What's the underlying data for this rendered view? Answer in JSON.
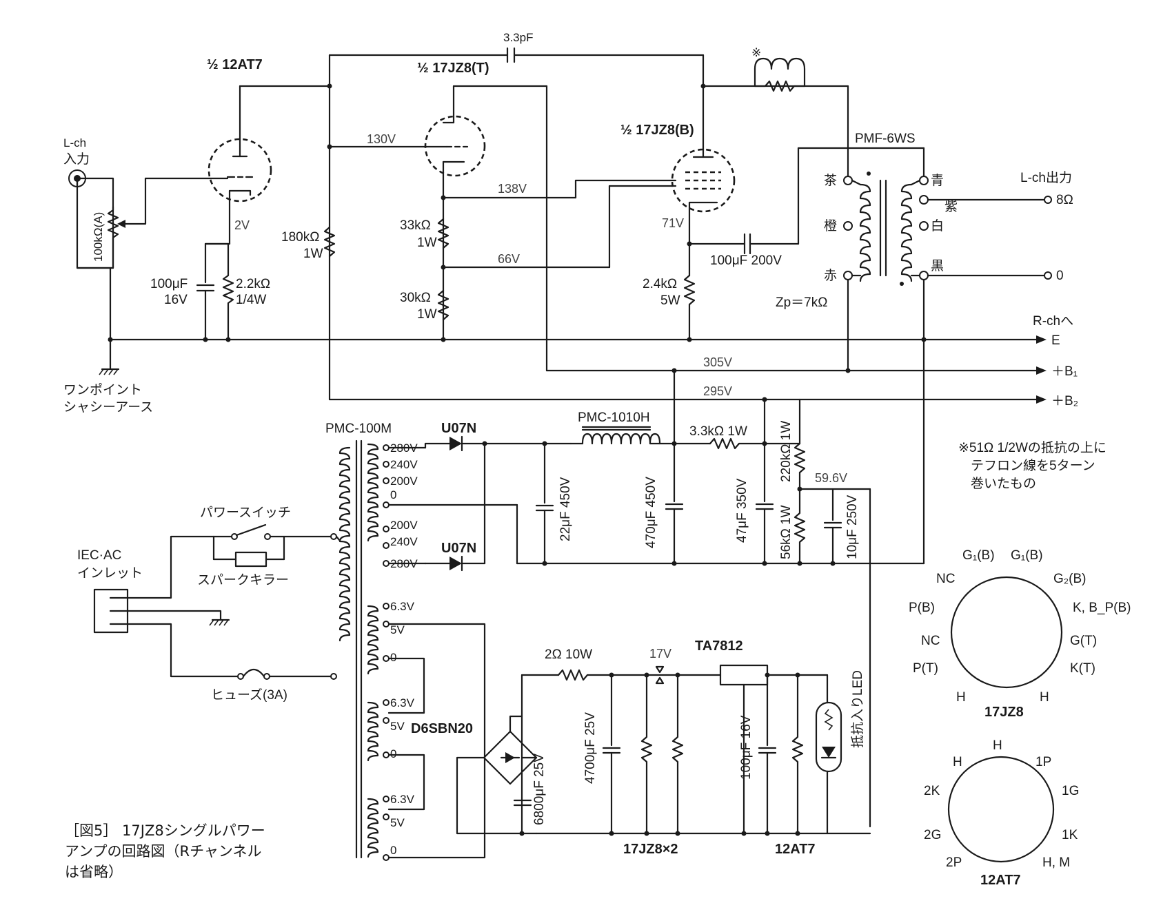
{
  "tubes": {
    "v1": "½ 12AT7",
    "v2": "½ 17JZ8(T)",
    "v3": "½ 17JZ8(B)"
  },
  "coupling_cap": "3.3pF",
  "star_mark": "※",
  "output_transformer": {
    "model": "PMF-6WS",
    "impedance": "Zp＝7kΩ",
    "lead_brown": "茶",
    "lead_orange": "橙",
    "lead_red": "赤",
    "lead_blue": "青",
    "lead_purple": "紫",
    "lead_white": "白",
    "lead_black": "黒"
  },
  "input": {
    "label": "L-ch\n入力",
    "label_line1": "L-ch",
    "label_line2": "入力",
    "volume": "100kΩ(A)",
    "ground_line1": "ワンポイント",
    "ground_line2": "シャシーアース"
  },
  "output": {
    "label": "L-ch出力",
    "tap_8": "8Ω",
    "tap_0": "0"
  },
  "stage1": {
    "voltage": "2V",
    "cap_value": "100μF",
    "cap_voltage": "16V",
    "res_value": "2.2kΩ",
    "res_power": "1/4W"
  },
  "plate_res": {
    "value": "180kΩ",
    "power": "1W"
  },
  "divider": {
    "upper_value": "33kΩ",
    "upper_power": "1W",
    "lower_value": "30kΩ",
    "lower_power": "1W"
  },
  "voltages": {
    "v130": "130V",
    "v138": "138V",
    "v66": "66V",
    "v71": "71V",
    "v305": "305V",
    "v295": "295V",
    "v59": "59.6V",
    "v17": "17V"
  },
  "cathode": {
    "cap": "100μF 200V",
    "res_value": "2.4kΩ",
    "res_power": "5W"
  },
  "rails": {
    "rch": "R-chへ",
    "e": "E",
    "b1": "＋B₁",
    "b2": "＋B₂"
  },
  "power_transformer": {
    "model": "PMC-100M",
    "taps_top": [
      "280V",
      "240V",
      "200V",
      "0",
      "200V",
      "240V",
      "280V"
    ],
    "taps_bottom": [
      "6.3V",
      "5V",
      "0",
      "6.3V",
      "5V",
      "0",
      "6.3V",
      "5V",
      "0"
    ]
  },
  "ac": {
    "inlet_line1": "IEC·AC",
    "inlet_line2": "インレット",
    "switch": "パワースイッチ",
    "killer": "スパークキラー",
    "fuse": "ヒューズ(3A)"
  },
  "b_supply": {
    "diode": "U07N",
    "choke": "PMC-1010H",
    "c1": "22μF 450V",
    "c2": "470μF 450V",
    "r1": "3.3kΩ 1W",
    "c3": "47μF 350V",
    "r_top": "220kΩ 1W",
    "r_bot": "56kΩ 1W",
    "c4": "10μF 250V"
  },
  "heater_supply": {
    "bridge": "D6SBN20",
    "c1": "6800μF 25V",
    "r1": "2Ω 10W",
    "c2": "4700μF 25V",
    "regulator": "TA7812",
    "c3": "100μF 16V",
    "led": "抵抗入りLED",
    "load1": "17JZ8×2",
    "load2": "12AT7"
  },
  "note": {
    "line1": "※51Ω 1/2Wの抵抗の上に",
    "line2": "テフロン線を5ターン",
    "line3": "巻いたもの"
  },
  "caption": {
    "line1": "［図5］ 17JZ8シングルパワー",
    "line2": "アンプの回路図（Rチャンネル",
    "line3": "は省略）"
  },
  "pinout_17jz8": {
    "name": "17JZ8",
    "pins": [
      "G₁(B)",
      "G₁(B)",
      "NC",
      "G₂(B)",
      "P(B)",
      "K, B_P(B)",
      "NC",
      "G(T)",
      "P(T)",
      "K(T)",
      "H",
      "H"
    ]
  },
  "pinout_12at7": {
    "name": "12AT7",
    "pins": [
      "H",
      "H",
      "1P",
      "2K",
      "1G",
      "2G",
      "1K",
      "2P",
      "H, M"
    ]
  }
}
